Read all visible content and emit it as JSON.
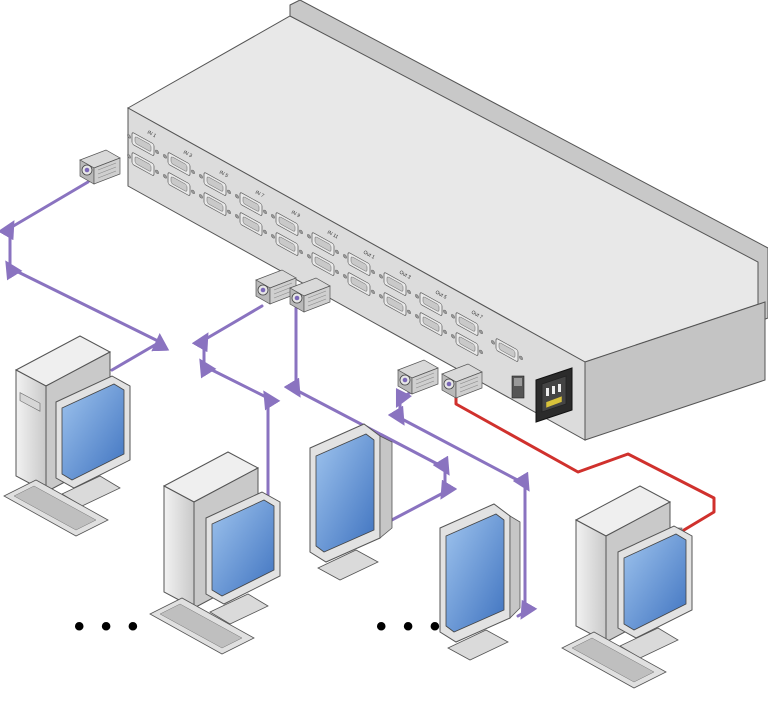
{
  "colors": {
    "cable_purple": "#8a73c0",
    "cable_red": "#d0312d",
    "chassis_body": "#dcdcdc",
    "chassis_top": "#e8e8e8",
    "screen_blue": "#5a8ed0",
    "beige_light": "#e4e4e4",
    "beige_dark": "#bdbdbd"
  },
  "rear_panel": {
    "port_labels": [
      "IN 1",
      "IN 3",
      "IN 5",
      "IN 7",
      "IN 9",
      "IN 11",
      "Out 1",
      "Out 3",
      "Out 5",
      "Out 7"
    ]
  },
  "ellipsis_left": "• • •",
  "ellipsis_right": "• • •",
  "icons": [
    "matrix-switcher-chassis",
    "vga-connector",
    "desktop-computer",
    "crt-monitor",
    "power-inlet",
    "rs232-port"
  ]
}
